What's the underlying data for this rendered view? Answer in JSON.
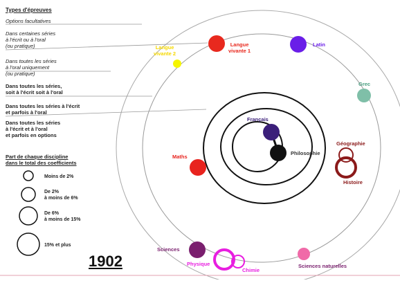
{
  "title": "Types d'épreuves",
  "year": "1902",
  "types": [
    {
      "key": "facultatives",
      "label": "Options facultatives",
      "style": "it"
    },
    {
      "key": "certaines",
      "label": "Dans certaines séries\nà l'écrit ou à l'oral\n(ou pratique)",
      "style": "it"
    },
    {
      "key": "oral_uniquement",
      "label": "Dans toutes les séries\nà l'oral uniquement\n(ou pratique)",
      "style": "it"
    },
    {
      "key": "ecrit_ou_oral",
      "label": "Dans toutes les séries,\nsoit à l'écrit soit à l'oral",
      "style": "b"
    },
    {
      "key": "ecrit_parfois_oral",
      "label": "Dans toutes les séries à l'écrit\net parfois à l'oral",
      "style": "b"
    },
    {
      "key": "ecrit_oral_options",
      "label": "Dans toutes les séries\nà l'écrit et à l'oral\net parfois en options",
      "style": "b"
    }
  ],
  "legend": {
    "title": "Part de chaque discipline\ndans le total des coefficients",
    "items": [
      {
        "label": "Moins de 2%"
      },
      {
        "label": "De 2%\nà moins de 6%"
      },
      {
        "label": "De 6%\nà moins de 15%"
      },
      {
        "label": "15% et plus"
      }
    ]
  },
  "disciplines": [
    {
      "name": "Langue vivante 2",
      "label": "Langue\nvivante 2",
      "color": "#f5f500",
      "ring": "facultatives",
      "size_class": 1,
      "filled": true
    },
    {
      "name": "Langue vivante 1",
      "label": "Langue\nvivante 1",
      "color": "#e8291e",
      "ring": "certaines",
      "size_class": 2,
      "filled": true
    },
    {
      "name": "Latin",
      "label": "Latin",
      "color": "#6a1ee8",
      "ring": "certaines",
      "size_class": 2,
      "filled": true
    },
    {
      "name": "Grec",
      "label": "Grec",
      "color": "#7fbfa8",
      "ring": "certaines",
      "size_class": 2,
      "filled": true
    },
    {
      "name": "Français",
      "label": "Français",
      "color": "#3b1f7a",
      "ring": "ecrit_oral_options",
      "size_class": 2,
      "filled": true
    },
    {
      "name": "Philosophie",
      "label": "Philosophie",
      "color": "#111111",
      "ring": "ecrit_oral_options",
      "size_class": 2,
      "filled": true
    },
    {
      "name": "Maths",
      "label": "Maths",
      "color": "#e8231e",
      "ring": "ecrit_parfois_oral",
      "size_class": 2,
      "filled": true
    },
    {
      "name": "Géographie",
      "label": "Géographie",
      "color": "#8b1a1a",
      "ring": "ecrit_parfois_oral",
      "size_class": 2,
      "filled": false
    },
    {
      "name": "Histoire",
      "label": "Histoire",
      "color": "#8b1a1a",
      "ring": "ecrit_parfois_oral",
      "size_class": 3,
      "filled": false
    },
    {
      "name": "Sciences",
      "label": "Sciences",
      "color": "#7a1f6e",
      "ring": "certaines",
      "size_class": 2,
      "filled": true
    },
    {
      "name": "Physique",
      "label": "Physique",
      "color": "#e81ee0",
      "ring": "certaines",
      "size_class": 3,
      "filled": false
    },
    {
      "name": "Chimie",
      "label": "Chimie",
      "color": "#e81ee0",
      "ring": "certaines",
      "size_class": 2,
      "filled": false
    },
    {
      "name": "Sciences naturelles",
      "label": "Sciences naturelles",
      "color": "#f06aa8",
      "ring": "certaines",
      "size_class": 2,
      "filled": true
    }
  ]
}
